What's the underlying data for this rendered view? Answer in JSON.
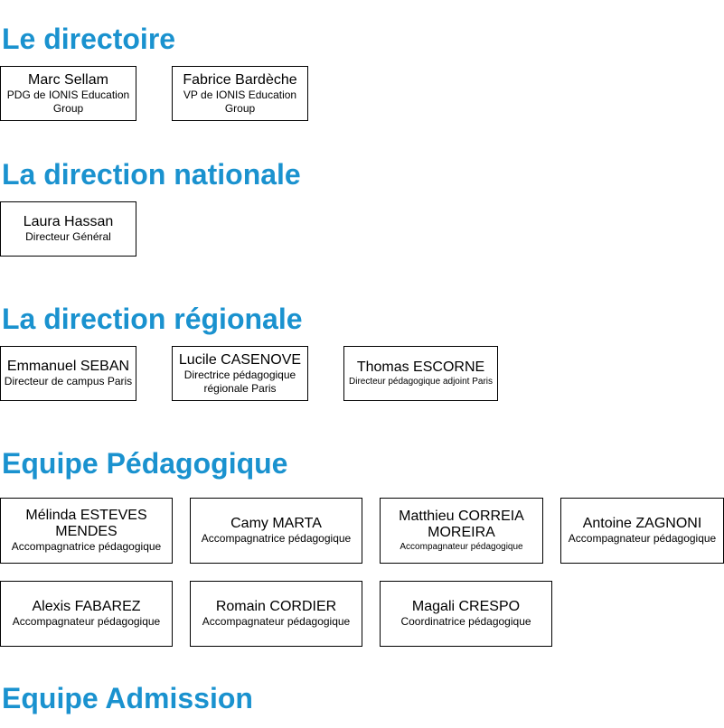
{
  "theme": {
    "heading_color": "#1a92cf",
    "border_color": "#000000"
  },
  "sections": [
    {
      "title": "Le directoire",
      "people": [
        {
          "name": "Marc Sellam",
          "role": "PDG de IONIS Education Group"
        },
        {
          "name": "Fabrice Bardèche",
          "role": "VP de IONIS Education Group"
        }
      ]
    },
    {
      "title": "La direction nationale",
      "people": [
        {
          "name": "Laura Hassan",
          "role": "Directeur Général"
        }
      ]
    },
    {
      "title": "La direction régionale",
      "people": [
        {
          "name": "Emmanuel SEBAN",
          "role": "Directeur de campus Paris"
        },
        {
          "name": "Lucile CASENOVE",
          "role": "Directrice pédagogique régionale Paris"
        },
        {
          "name": "Thomas ESCORNE",
          "role": "Directeur pédagogique adjoint Paris"
        }
      ]
    },
    {
      "title": "Equipe Pédagogique",
      "people": [
        {
          "name": "Mélinda ESTEVES MENDES",
          "role": "Accompagnatrice pédagogique"
        },
        {
          "name": "Camy MARTA",
          "role": "Accompagnatrice pédagogique"
        },
        {
          "name": "Matthieu CORREIA MOREIRA",
          "role": "Accompagnateur pédagogique"
        },
        {
          "name": "Antoine ZAGNONI",
          "role": "Accompagnateur pédagogique"
        },
        {
          "name": "Alexis FABAREZ",
          "role": "Accompagnateur pédagogique"
        },
        {
          "name": "Romain CORDIER",
          "role": "Accompagnateur pédagogique"
        },
        {
          "name": "Magali CRESPO",
          "role": "Coordinatrice pédagogique"
        }
      ]
    },
    {
      "title": "Equipe Admission",
      "people": []
    }
  ]
}
